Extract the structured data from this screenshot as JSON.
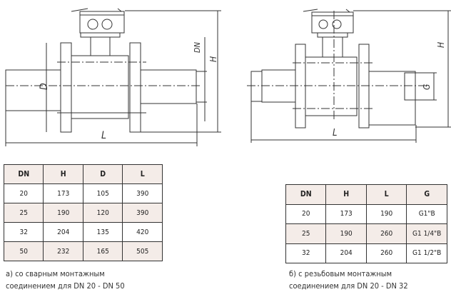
{
  "drawing_labels": {
    "left": {
      "D": "D",
      "L": "L",
      "DN": "DN",
      "H": "H"
    },
    "right": {
      "G": "G",
      "L": "L",
      "H": "H"
    }
  },
  "table_a": {
    "headers": [
      "DN",
      "H",
      "D",
      "L"
    ],
    "rows": [
      [
        "20",
        "173",
        "105",
        "390"
      ],
      [
        "25",
        "190",
        "120",
        "390"
      ],
      [
        "32",
        "204",
        "135",
        "420"
      ],
      [
        "50",
        "232",
        "165",
        "505"
      ]
    ],
    "caption_line1": "а) со сварным монтажным",
    "caption_line2": "соединением для DN 20 - DN 50"
  },
  "table_b": {
    "headers": [
      "DN",
      "H",
      "L",
      "G"
    ],
    "rows": [
      [
        "20",
        "173",
        "190",
        "G1\"B"
      ],
      [
        "25",
        "190",
        "260",
        "G1 1/4\"B"
      ],
      [
        "32",
        "204",
        "260",
        "G1 1/2\"B"
      ]
    ],
    "caption_line1": "б) с резьбовым монтажным",
    "caption_line2": "соединением для DN 20 - DN 32"
  }
}
